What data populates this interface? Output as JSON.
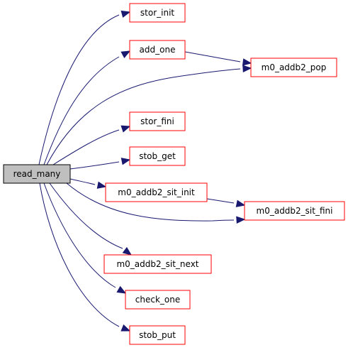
{
  "graph": {
    "colors": {
      "root_fill": "#bfbfbf",
      "root_stroke": "#000000",
      "node_stroke": "#ff0000",
      "node_fill": "#ffffff",
      "edge": "#191970"
    },
    "nodes": {
      "read_many": "read_many",
      "stor_init": "stor_init",
      "add_one": "add_one",
      "m0_addb2_pop": "m0_addb2_pop",
      "stor_fini": "stor_fini",
      "stob_get": "stob_get",
      "m0_addb2_sit_init": "m0_addb2_sit_init",
      "m0_addb2_sit_fini": "m0_addb2_sit_fini",
      "m0_addb2_sit_next": "m0_addb2_sit_next",
      "check_one": "check_one",
      "stob_put": "stob_put"
    },
    "edges": [
      [
        "read_many",
        "stor_init"
      ],
      [
        "read_many",
        "add_one"
      ],
      [
        "read_many",
        "m0_addb2_pop"
      ],
      [
        "read_many",
        "stor_fini"
      ],
      [
        "read_many",
        "stob_get"
      ],
      [
        "read_many",
        "m0_addb2_sit_init"
      ],
      [
        "read_many",
        "m0_addb2_sit_fini"
      ],
      [
        "read_many",
        "m0_addb2_sit_next"
      ],
      [
        "read_many",
        "check_one"
      ],
      [
        "read_many",
        "stob_put"
      ],
      [
        "add_one",
        "m0_addb2_pop"
      ],
      [
        "m0_addb2_sit_init",
        "m0_addb2_sit_fini"
      ]
    ]
  }
}
